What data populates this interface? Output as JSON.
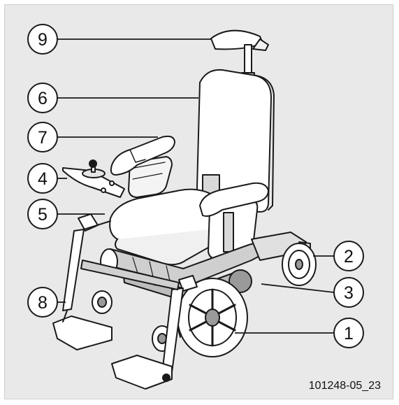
{
  "figure": {
    "code": "101248-05_23",
    "callouts": {
      "c1": "1",
      "c2": "2",
      "c3": "3",
      "c4": "4",
      "c5": "5",
      "c6": "6",
      "c7": "7",
      "c8": "8",
      "c9": "9"
    }
  },
  "colors": {
    "background": "#e9e9e9",
    "line": "#1a1a1a",
    "shade": "#9a9a9a"
  }
}
